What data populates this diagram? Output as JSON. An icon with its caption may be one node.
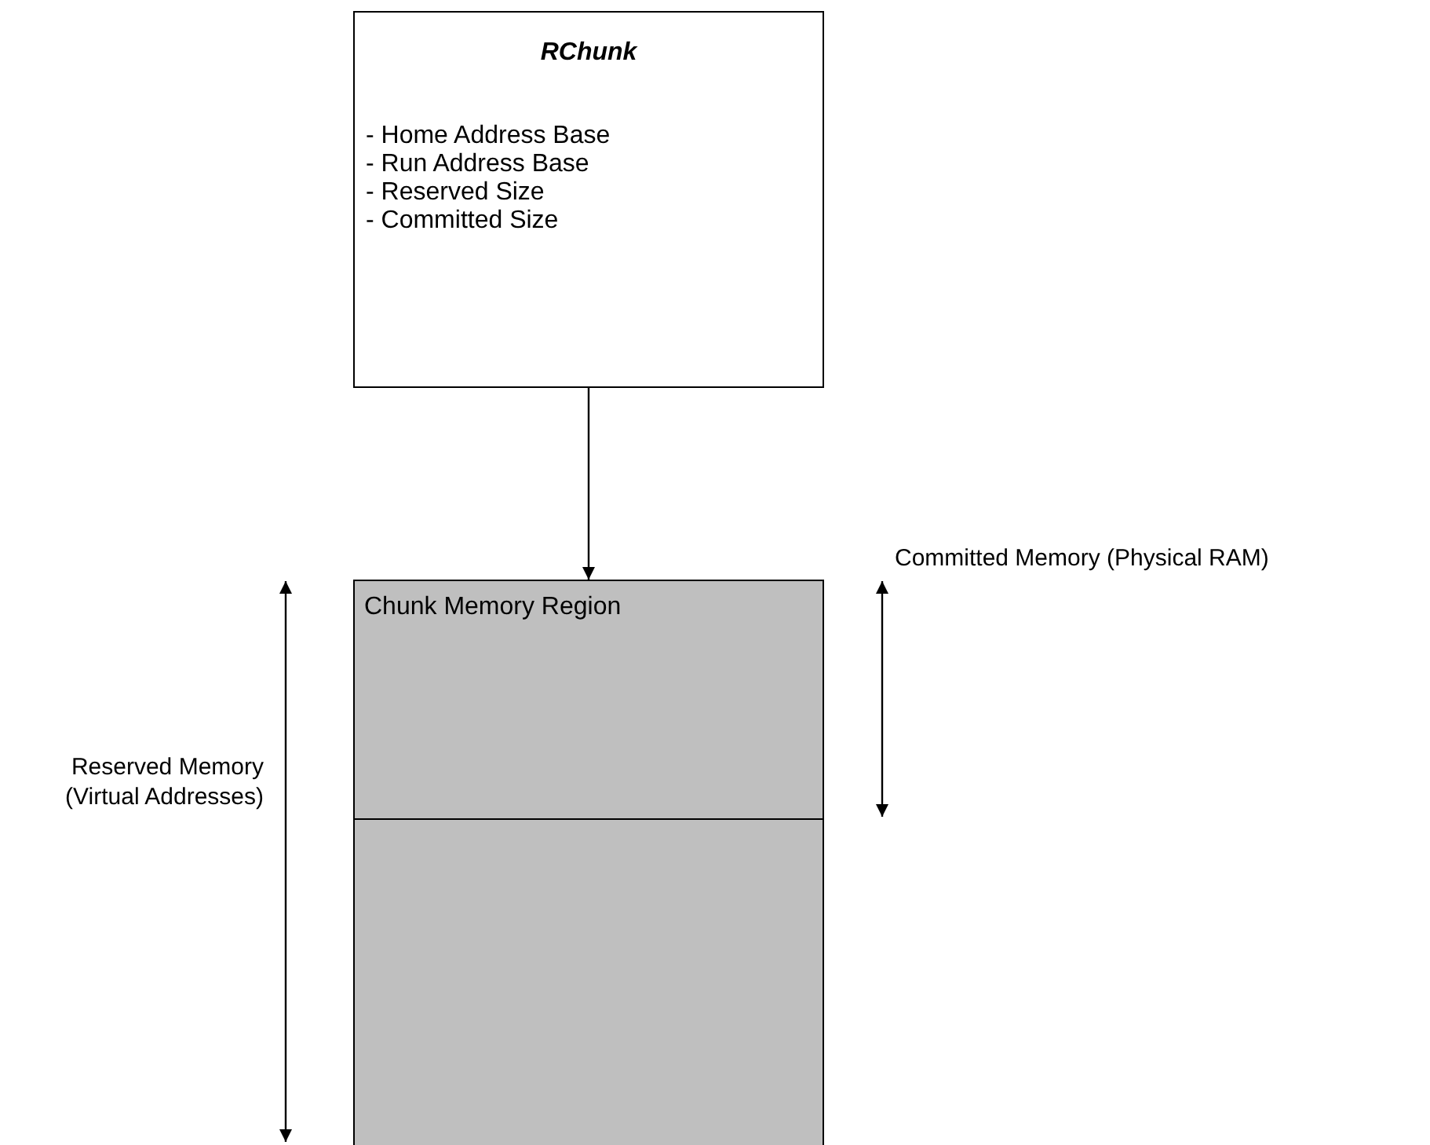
{
  "diagram": {
    "nodes": [
      {
        "text": [
          "RChunk",
          "- Home Address Base",
          "- Run Address Base",
          "- Reserved Size",
          "- Committed Size"
        ]
      },
      {
        "text": [
          "Chunk Memory Region"
        ]
      }
    ],
    "edges": [
      {
        "from": 0,
        "to": 1,
        "arrow": "to"
      }
    ],
    "labels": [
      "Committed Memory (Physical RAM)",
      "Reserved Memory (Virtual Addresses)"
    ]
  }
}
